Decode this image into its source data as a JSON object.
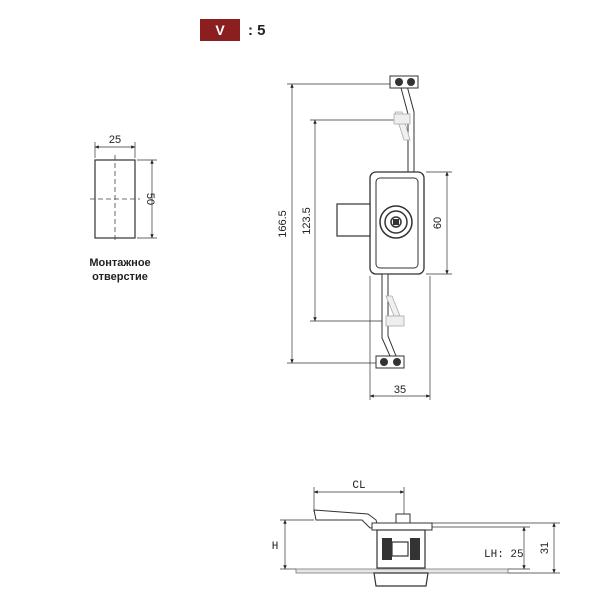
{
  "header": {
    "badge_label": "V",
    "badge_value": ": 5",
    "badge_color": "#8b1f1f"
  },
  "mounting_hole": {
    "width_label": "25",
    "height_label": "50",
    "caption_line1": "Монтажное",
    "caption_line2": "отверстие"
  },
  "front_view": {
    "total_height_label": "166.5",
    "center_distance_label": "123.5",
    "body_height_label": "60",
    "width_label": "35"
  },
  "side_view": {
    "cl_label": "CL",
    "h_label": "H",
    "lh_label": "LH: 25",
    "height_label": "31"
  }
}
